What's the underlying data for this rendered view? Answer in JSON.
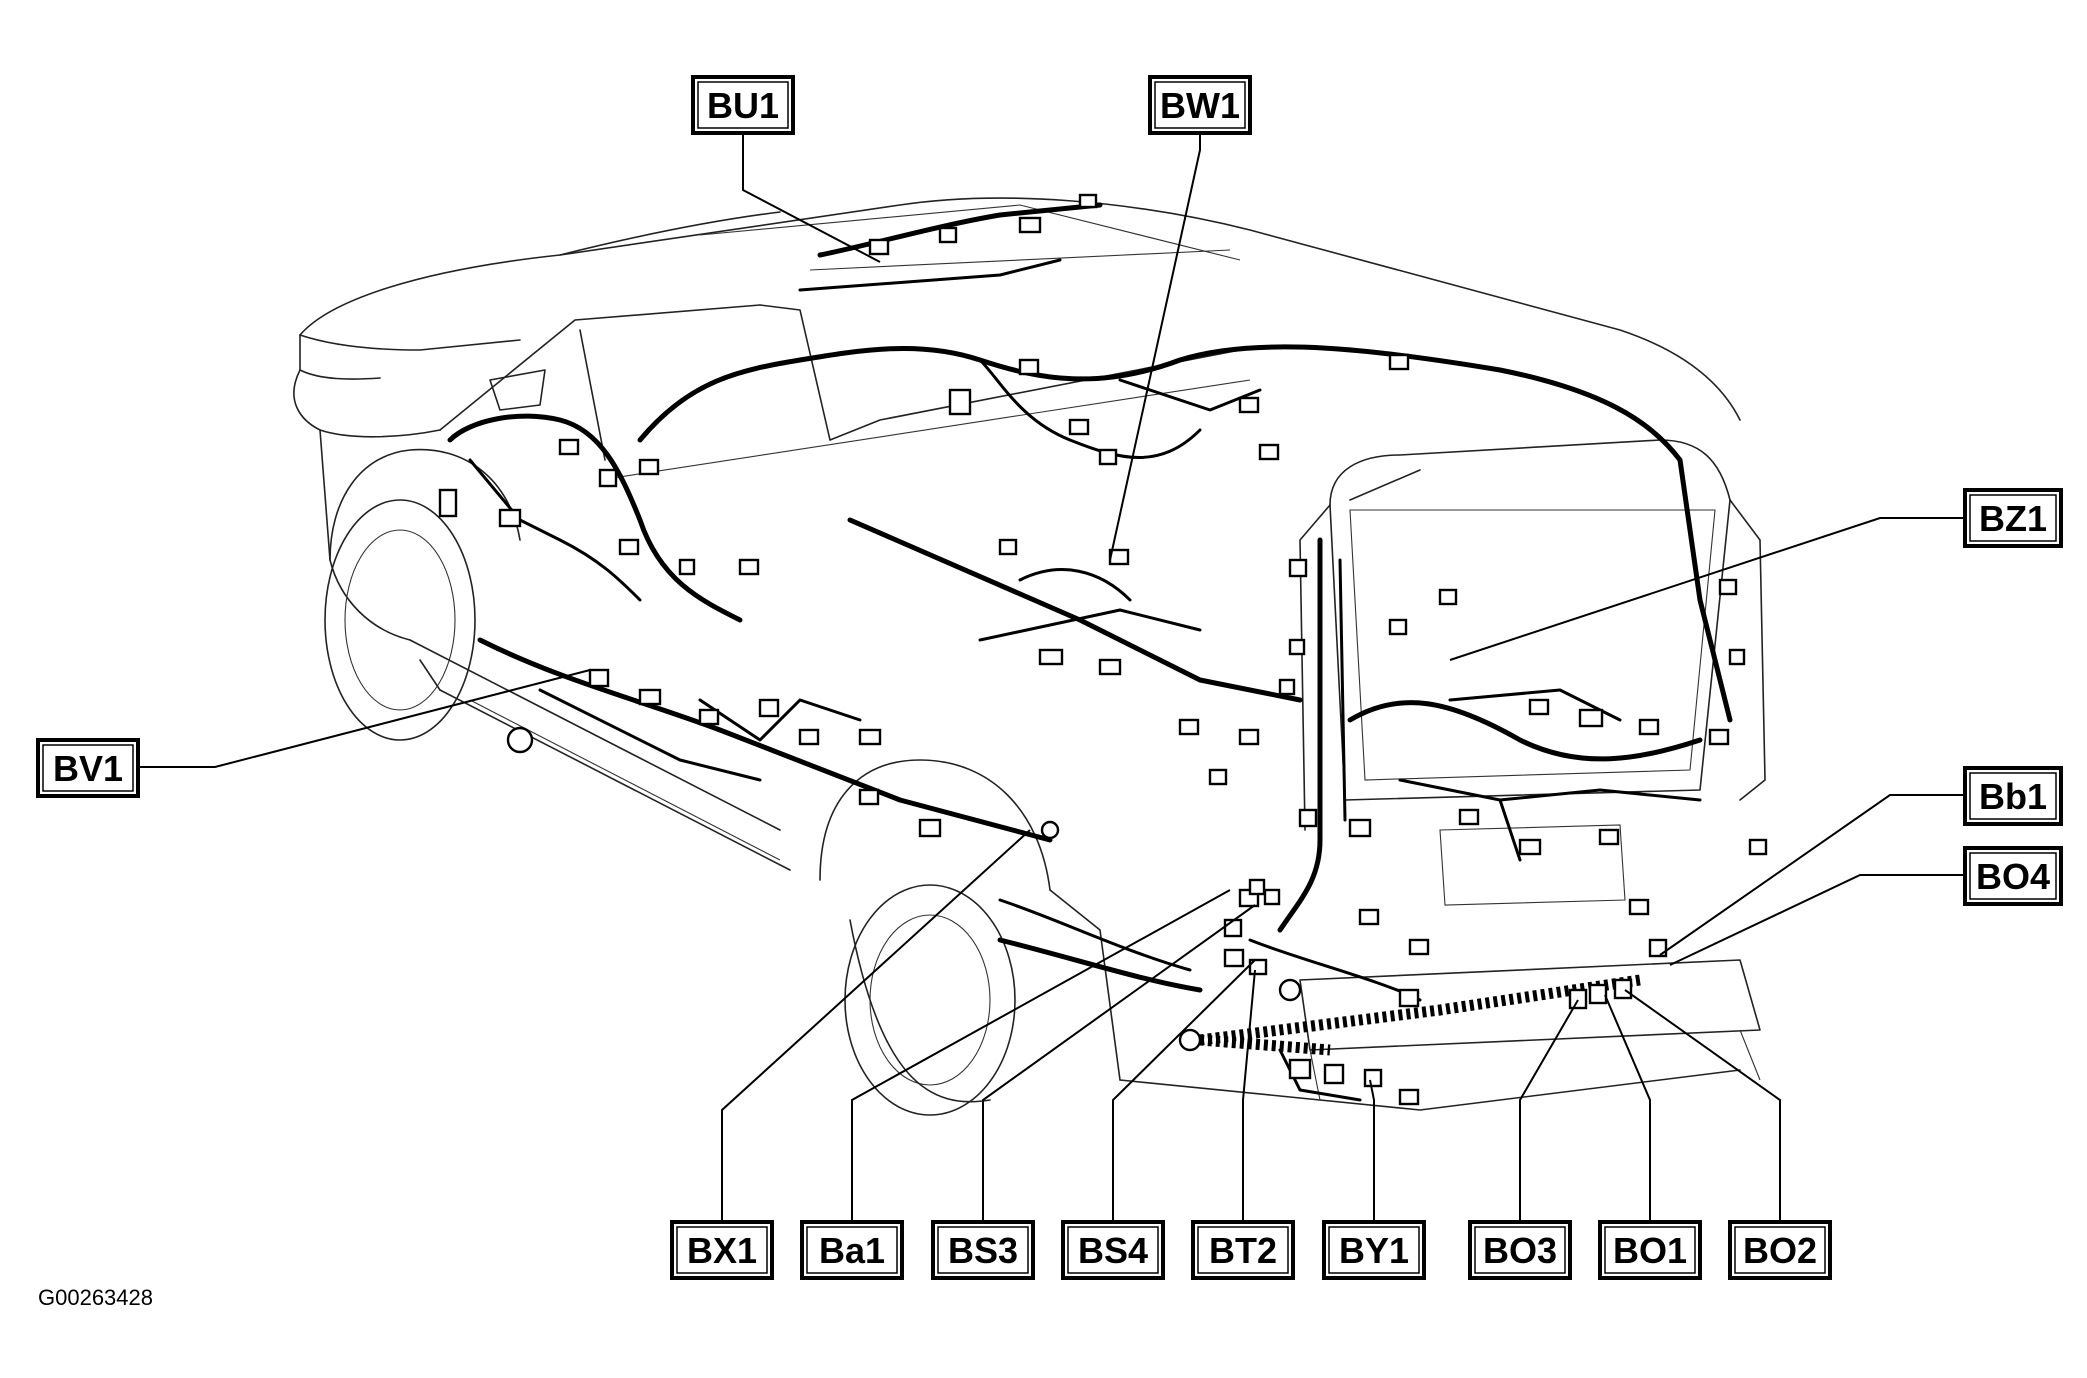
{
  "figure_id": "G00263428",
  "callouts": [
    {
      "id": "BU1",
      "label": "BU1"
    },
    {
      "id": "BW1",
      "label": "BW1"
    },
    {
      "id": "BZ1",
      "label": "BZ1"
    },
    {
      "id": "BV1",
      "label": "BV1"
    },
    {
      "id": "Bb1",
      "label": "Bb1"
    },
    {
      "id": "BO4",
      "label": "BO4"
    },
    {
      "id": "BX1",
      "label": "BX1"
    },
    {
      "id": "Ba1",
      "label": "Ba1"
    },
    {
      "id": "BS3",
      "label": "BS3"
    },
    {
      "id": "BS4",
      "label": "BS4"
    },
    {
      "id": "BT2",
      "label": "BT2"
    },
    {
      "id": "BY1",
      "label": "BY1"
    },
    {
      "id": "BO3",
      "label": "BO3"
    },
    {
      "id": "BO1",
      "label": "BO1"
    },
    {
      "id": "BO2",
      "label": "BO2"
    }
  ]
}
